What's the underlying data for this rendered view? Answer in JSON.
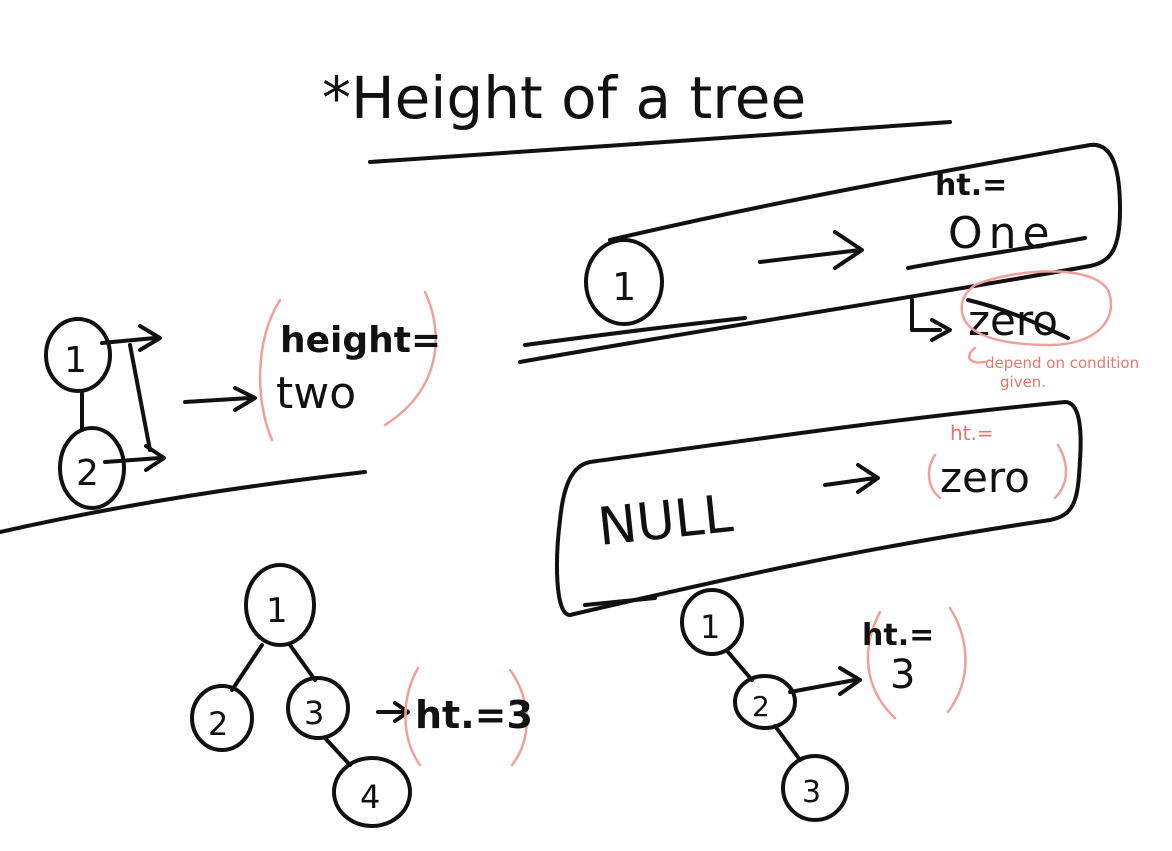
{
  "title": "*Height of a tree",
  "example_two_nodes": {
    "node_1": "1",
    "node_2": "2",
    "label": "height=",
    "value": "two"
  },
  "example_single_node": {
    "node_1": "1",
    "label": "ht.=",
    "value": "One",
    "alt_struck": "zero",
    "alt_value": "0",
    "note_line1": "depend on condition",
    "note_line2": "given."
  },
  "example_null": {
    "input": "NULL",
    "label": "ht.=",
    "value": "zero"
  },
  "example_four_nodes": {
    "node_1": "1",
    "node_2": "2",
    "node_3": "3",
    "node_4": "4",
    "result": "ht.=3"
  },
  "example_chain": {
    "node_1": "1",
    "node_2": "2",
    "node_3": "3",
    "label": "ht.=",
    "value": "3"
  }
}
